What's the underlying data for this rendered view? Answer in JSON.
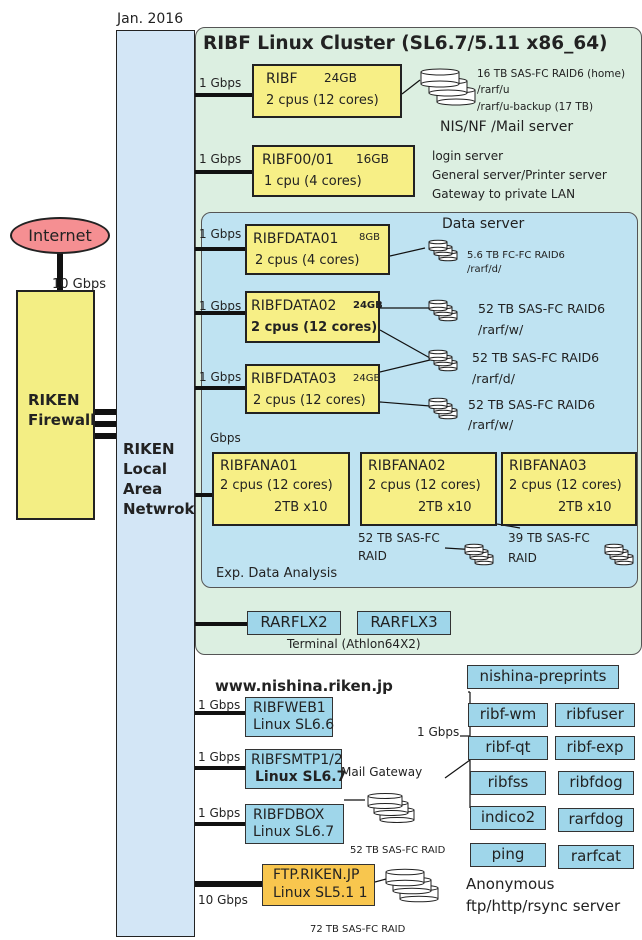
{
  "date": "Jan. 2016",
  "internet": "Internet",
  "firewall": {
    "line1": "RIKEN",
    "line2": "Firewall"
  },
  "lan": {
    "line1": "RIKEN",
    "line2": "Local",
    "line3": "Area",
    "line4": "Netwrok"
  },
  "speeds": {
    "internet_fw": "10 Gbps",
    "g1": "1 Gbps",
    "g10": "10 Gbps"
  },
  "cluster": {
    "title": "RIBF Linux Cluster  (SL6.7/5.11 x86_64)",
    "ribf": {
      "name": "RIBF",
      "mem": "24GB",
      "cpu": "2 cpus  (12 cores)",
      "storage1": "16 TB  SAS-FC RAID6  (home)",
      "storage2": "/rarf/u",
      "storage3": "/rarf/u-backup (17 TB)",
      "role": "NIS/NF  /Mail server"
    },
    "ribf0001": {
      "name": "RIBF00/01",
      "mem": "16GB",
      "cpu": "1 cpu  (4 cores)",
      "role1": "login server",
      "role2": "General server/Printer server",
      "role3": "Gateway to private LAN"
    },
    "data_server": {
      "title": "Data server",
      "d01": {
        "name": "RIBFDATA01",
        "mem": "8GB",
        "cpu": "2 cpus  (4 cores)",
        "storage1": "5.6 TB FC-FC RAID6",
        "storage2": "/rarf/d/"
      },
      "d02": {
        "name": "RIBFDATA02",
        "mem": "24GB",
        "cpu": "2 cpus (12 cores)",
        "storage1": "52 TB SAS-FC RAID6",
        "storage2": "/rarf/w/"
      },
      "mid": {
        "storage1": "52 TB SAS-FC RAID6",
        "storage2": "/rarf/d/"
      },
      "d03": {
        "name": "RIBFDATA03",
        "mem": "24GB",
        "cpu": "2 cpus  (12 cores)",
        "storage1": "52 TB SAS-FC RAID6",
        "storage2": "/rarf/w/"
      }
    },
    "analysis": {
      "gbps": "Gbps",
      "a01": {
        "name": "RIBFANA01",
        "cpu": "2 cpus (12 cores)",
        "disk": "2TB x10"
      },
      "a02": {
        "name": "RIBFANA02",
        "cpu": "2 cpus (12 cores)",
        "disk": "2TB x10",
        "storage1": "52 TB SAS-FC",
        "storage2": "RAID"
      },
      "a03": {
        "name": "RIBFANA03",
        "cpu": "2 cpus (12 cores)",
        "disk": "2TB x10",
        "storage1": "39 TB SAS-FC",
        "storage2": "RAID"
      },
      "label": "Exp. Data  Analysis"
    },
    "terminals": {
      "t1": "RARFLX2",
      "t2": "RARFLX3",
      "caption": "Terminal (Athlon64X2)"
    }
  },
  "web": {
    "domain": "www.nishina.riken.jp",
    "web1": {
      "name": "RIBFWEB1",
      "os": "Linux SL6.6"
    },
    "smtp": {
      "name": "RIBFSMTP1/2",
      "os": "Linux SL6.7",
      "role": "Mail Gateway"
    },
    "dbox": {
      "name": "RIBFDBOX",
      "os": "Linux SL6.7",
      "storage": "52 TB SAS-FC RAID"
    },
    "ftp": {
      "name": "FTP.RIKEN.JP",
      "os": "Linux SL5.1 1",
      "role1": "Anonymous",
      "role2": "ftp/http/rsync server",
      "storage": "72 TB SAS-FC RAID"
    }
  },
  "services": {
    "gbps": "1 Gbps",
    "preprints": "nishina-preprints",
    "wm": "ribf-wm",
    "fuser": "ribfuser",
    "qt": "ribf-qt",
    "exp": "ribf-exp",
    "fss": "ribfss",
    "fdog": "ribfdog",
    "indico": "indico2",
    "rarfdog": "rarfdog",
    "ping": "ping",
    "rarfcat": "rarfcat"
  },
  "colors": {
    "cluster_bg": "#dcefe1",
    "data_bg": "#bfe3f2",
    "server": "#f7ef86",
    "lan": "#d3e6f6",
    "firewall": "#f3ee84",
    "internet": "#f58f92",
    "ftp": "#f8c64e",
    "service": "#9fd6ea"
  }
}
